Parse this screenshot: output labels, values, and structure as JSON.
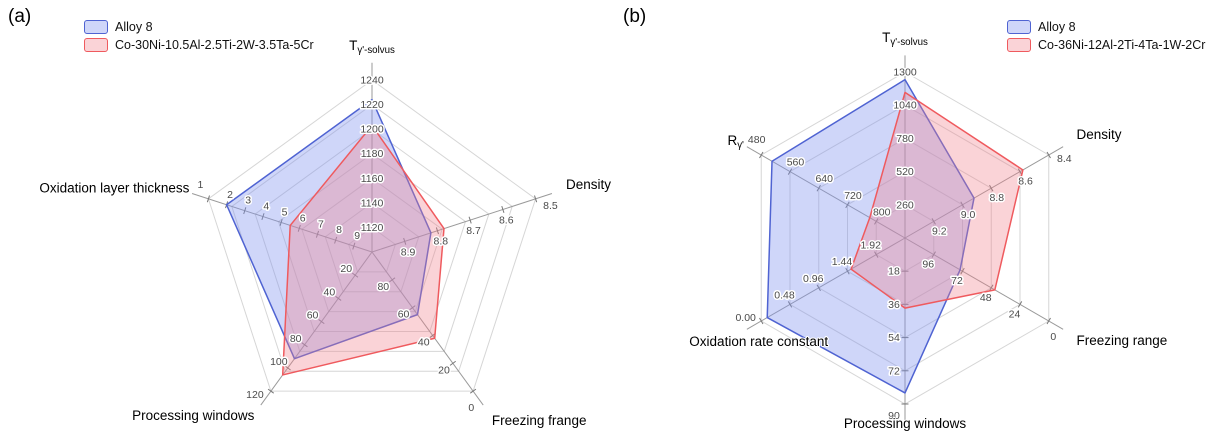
{
  "chart_data": [
    {
      "type": "radar",
      "panel_label": "(a)",
      "legend_position": "top-left",
      "axes": [
        {
          "label": "T_{γ'-solvus}",
          "outer": 1240,
          "center_value": 1100,
          "ticks": [
            "1240",
            "1220",
            "1200",
            "1180",
            "1160",
            "1140",
            "1120"
          ]
        },
        {
          "label": "Density",
          "outer": 8.5,
          "center_value": 9.0,
          "ticks": [
            "8.5",
            "8.6",
            "8.7",
            "8.8",
            "8.9"
          ]
        },
        {
          "label": "Freezing frange",
          "outer": 0,
          "center_value": 100,
          "ticks": [
            "0",
            "20",
            "40",
            "60",
            "80"
          ]
        },
        {
          "label": "Processing windows",
          "outer": 120,
          "center_value": 0,
          "ticks": [
            "120",
            "100",
            "80",
            "60",
            "40",
            "20"
          ]
        },
        {
          "label": "Oxidation layer thickness",
          "outer": 1,
          "center_value": 10,
          "ticks": [
            "1",
            "2",
            "3",
            "4",
            "5",
            "6",
            "7",
            "8",
            "9"
          ]
        }
      ],
      "series": [
        {
          "name": "Alloy 8",
          "stroke": "#4f63d2",
          "fill": "rgba(130,148,238,0.38)",
          "values": [
            1224,
            8.82,
            55,
            92,
            2.0
          ]
        },
        {
          "name": "Co-30Ni-10.5Al-2.5Ti-2W-3.5Ta-5Cr",
          "stroke": "#ef5a5e",
          "fill": "rgba(242,130,140,0.35)",
          "values": [
            1203,
            8.78,
            38,
            106,
            5.5
          ]
        }
      ]
    },
    {
      "type": "radar",
      "panel_label": "(b)",
      "legend_position": "top-right",
      "axes": [
        {
          "label": "T_{γ'-solvus}",
          "outer": 1300,
          "center_value": 0,
          "ticks": [
            "1300",
            "1040",
            "780",
            "520",
            "260"
          ]
        },
        {
          "label": "Density",
          "outer": 8.4,
          "center_value": 9.4,
          "ticks": [
            "8.4",
            "8.6",
            "8.8",
            "9.0",
            "9.2"
          ]
        },
        {
          "label": "Freezing range",
          "outer": 0,
          "center_value": 120,
          "ticks": [
            "0",
            "24",
            "48",
            "72",
            "96"
          ]
        },
        {
          "label": "Processing windows",
          "outer": 90,
          "center_value": 0,
          "ticks": [
            "90",
            "72",
            "54",
            "36",
            "18"
          ]
        },
        {
          "label": "Oxidation rate constant",
          "outer": 0,
          "center_value": 2.4,
          "ticks": [
            "0.00",
            "0.48",
            "0.96",
            "1.44",
            "1.92"
          ]
        },
        {
          "label": "R_{γ'}",
          "outer": 480,
          "center_value": 880,
          "ticks": [
            "480",
            "560",
            "640",
            "720",
            "800"
          ]
        }
      ],
      "series": [
        {
          "name": "Alloy 8",
          "stroke": "#4f63d2",
          "fill": "rgba(130,148,238,0.38)",
          "values": [
            1240,
            8.92,
            74,
            84,
            0.1,
            510
          ]
        },
        {
          "name": "Co-36Ni-12Al-2Ti-4Ta-1W-2Cr",
          "stroke": "#ef5a5e",
          "fill": "rgba(242,130,140,0.35)",
          "values": [
            1140,
            8.58,
            45,
            38,
            1.5,
            782
          ]
        }
      ]
    }
  ]
}
